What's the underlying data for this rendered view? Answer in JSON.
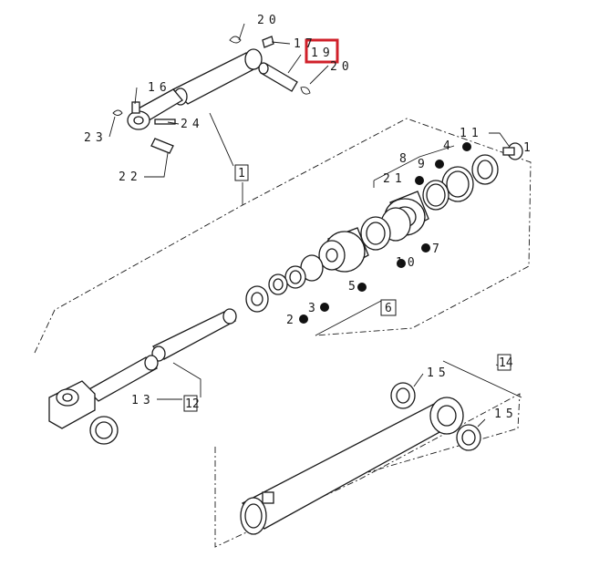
{
  "labels": {
    "l20a": "20",
    "l17": "17",
    "l19": "19",
    "l20b": "20",
    "l16": "16",
    "l24": "24",
    "l23": "23",
    "l22": "22",
    "l1": "1",
    "l11": "11",
    "l8": "8",
    "l4": "4",
    "l9": "9",
    "l21": "21",
    "l7": "7",
    "l10": "10",
    "l5": "5",
    "l3": "3",
    "l6": "6",
    "l2": "2",
    "l13": "13",
    "l12": "12",
    "l15a": "15",
    "l14": "14",
    "l15b": "15",
    "l1b": "1"
  },
  "colors": {
    "highlight": "#d0202a",
    "ink": "#1a1a1a",
    "dot": "#111111"
  }
}
